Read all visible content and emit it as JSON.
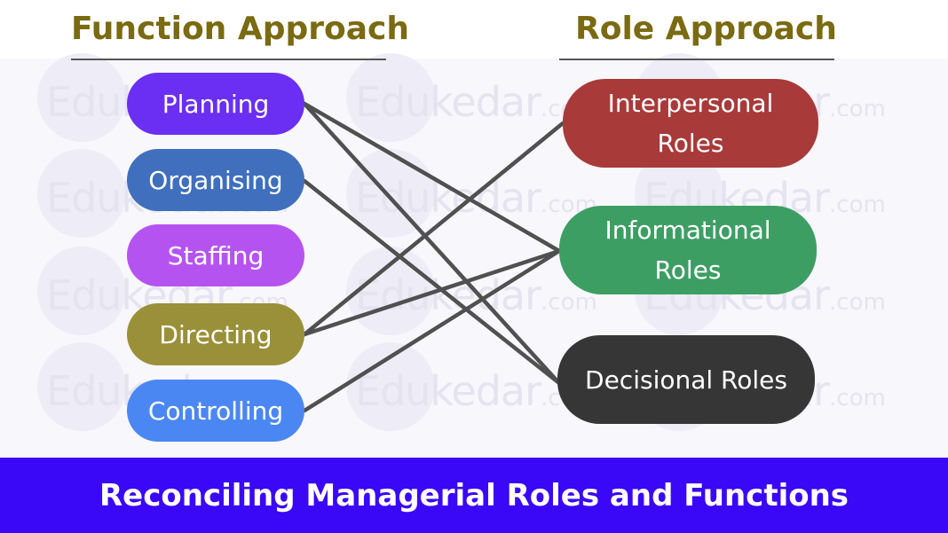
{
  "headings": {
    "left": "Function Approach",
    "right": "Role Approach"
  },
  "functions": [
    {
      "label": "Planning",
      "color": "#6a2ff3"
    },
    {
      "label": "Organising",
      "color": "#3f6fbd"
    },
    {
      "label": "Staffing",
      "color": "#b553f1"
    },
    {
      "label": "Directing",
      "color": "#9a9039"
    },
    {
      "label": "Controlling",
      "color": "#4b87f2"
    }
  ],
  "roles": [
    {
      "label": "Interpersonal Roles",
      "color": "#a83a3a"
    },
    {
      "label": "Informational Roles",
      "color": "#3d9e63"
    },
    {
      "label": "Decisional Roles",
      "color": "#363636"
    }
  ],
  "links": [
    {
      "from": "Planning",
      "to": "Informational Roles"
    },
    {
      "from": "Planning",
      "to": "Decisional Roles"
    },
    {
      "from": "Organising",
      "to": "Decisional Roles"
    },
    {
      "from": "Directing",
      "to": "Interpersonal Roles"
    },
    {
      "from": "Directing",
      "to": "Informational Roles"
    },
    {
      "from": "Controlling",
      "to": "Informational Roles"
    }
  ],
  "watermark": {
    "brand": "Edukedar",
    "suffix": ".com"
  },
  "footer": {
    "title": "Reconciling Managerial Roles and Functions"
  },
  "colors": {
    "heading": "#7a6a11",
    "footer_bg": "#3a07f7",
    "connector": "#505050"
  }
}
